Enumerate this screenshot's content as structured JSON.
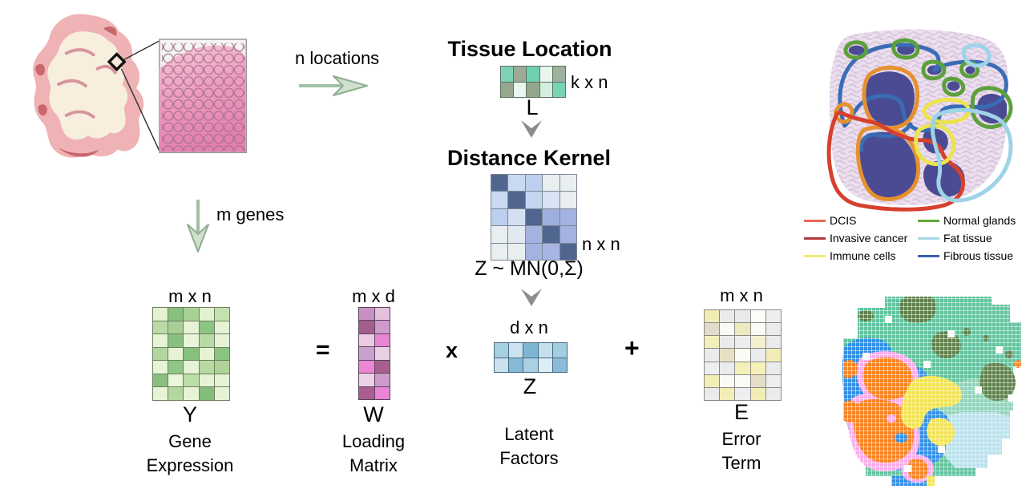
{
  "figure": {
    "flow": {
      "n_locations": "n locations",
      "m_genes": "m genes",
      "tissue_location_title": "Tissue Location",
      "distance_kernel_title": "Distance Kernel",
      "distribution": "Z ~ MN(0,Σ)",
      "operators": {
        "equals": "=",
        "times": "x",
        "plus": "+"
      }
    },
    "matrices": {
      "L": {
        "dims": "k x n",
        "symbol": "L",
        "line": "#5f6f63",
        "cells": [
          [
            "#7ed2b4",
            "#9ba995",
            "#6ecfb1",
            "#e8f6ee",
            "#9cb29b"
          ],
          [
            "#95a88f",
            "#e9f6ef",
            "#92a78d",
            "#d2efe0",
            "#78d5b4"
          ]
        ]
      },
      "K": {
        "dims": "n x n",
        "line": "#7d8794",
        "cells": [
          [
            "#50668f",
            "#c9d9f2",
            "#bccfee",
            "#e9eef0",
            "#e9eef0"
          ],
          [
            "#c9d9f2",
            "#50668f",
            "#c5d6f0",
            "#d9e2f5",
            "#e9eef0"
          ],
          [
            "#bccfee",
            "#d5dff4",
            "#50668f",
            "#9fafdd",
            "#a3b2e0"
          ],
          [
            "#e9eef0",
            "#e3e9f1",
            "#a3b2e0",
            "#50668f",
            "#a3b2e0"
          ],
          [
            "#e9eef0",
            "#e9eef0",
            "#a3b2e0",
            "#a8b5e2",
            "#50668f"
          ]
        ]
      },
      "Z": {
        "dims": "d x n",
        "symbol": "Z",
        "caption": "Latent\nFactors",
        "line": "#4a6a80",
        "cells": [
          [
            "#a6cfe2",
            "#cbe3ef",
            "#7db5d5",
            "#c3dfec",
            "#a3cde1"
          ],
          [
            "#c9e2ee",
            "#84b9d7",
            "#a9d1e3",
            "#dcedf5",
            "#8abcd9"
          ]
        ]
      },
      "Y": {
        "dims": "m x n",
        "symbol": "Y",
        "caption": "Gene\nExpression",
        "line": "#6e7f62",
        "cells": [
          [
            "#e4f2d0",
            "#87bf7e",
            "#a8d295",
            "#e2f1cf",
            "#c4e2af"
          ],
          [
            "#bcdaa6",
            "#a9cf97",
            "#e6f3d4",
            "#8cc483",
            "#e6f3d4"
          ],
          [
            "#e6f3d4",
            "#8ac07f",
            "#e9f5da",
            "#b9d9a4",
            "#e6f3d4"
          ],
          [
            "#b3d69e",
            "#e6f3d4",
            "#85c07c",
            "#e6f3d4",
            "#8ac581"
          ],
          [
            "#e6f3d4",
            "#90c687",
            "#e6f3d4",
            "#b9d9a2",
            "#aed397"
          ],
          [
            "#8abf7f",
            "#eaf6dc",
            "#bcdda8",
            "#e6f3d4",
            "#e6f3d4"
          ],
          [
            "#e6f3d4",
            "#b4d79e",
            "#e6f3d4",
            "#82bd79",
            "#e6f3d4"
          ]
        ]
      },
      "W": {
        "dims": "m x d",
        "symbol": "W",
        "caption": "Loading\nMatrix",
        "line": "#5a4458",
        "cells": [
          [
            "#c791c5",
            "#e4c2dd"
          ],
          [
            "#a45e8d",
            "#d09bcc"
          ],
          [
            "#eccae3",
            "#e884d4"
          ],
          [
            "#c8a2cc",
            "#e9cfe4"
          ],
          [
            "#ed85d7",
            "#a65f8e"
          ],
          [
            "#edd2e7",
            "#ce9bc8"
          ],
          [
            "#a85e8f",
            "#e984d6"
          ]
        ]
      },
      "E": {
        "dims": "m x n",
        "symbol": "E",
        "caption": "Error\nTerm",
        "line": "#8a8a84",
        "cells": [
          [
            "#f1ecb4",
            "#e9ebed",
            "#e7e9eb",
            "#fcfbf6",
            "#eceef0"
          ],
          [
            "#e3dbc9",
            "#fbfaf5",
            "#efe9c0",
            "#fbfaf5",
            "#e9ebed"
          ],
          [
            "#f4efbb",
            "#e9ebed",
            "#eceef0",
            "#f4f1cf",
            "#e9ebed"
          ],
          [
            "#e9ebed",
            "#e8e0c4",
            "#fbfaf5",
            "#e9ebed",
            "#f2edb8"
          ],
          [
            "#eceef0",
            "#e9ebed",
            "#f5f0b9",
            "#f6f1bb",
            "#e9ebed"
          ],
          [
            "#f3eeb6",
            "#fbfaf5",
            "#fbfaf5",
            "#e5ddca",
            "#eceef0"
          ],
          [
            "#e9ebed",
            "#f2edb5",
            "#eceef0",
            "#f2edb5",
            "#e9ebed"
          ]
        ]
      }
    },
    "legend": {
      "columns": [
        [
          {
            "label": "DCIS",
            "color": "#e96b55"
          },
          {
            "label": "Invasive cancer",
            "color": "#b03a3f"
          },
          {
            "label": "Immune cells",
            "color": "#f0ec7a"
          }
        ],
        [
          {
            "label": "Normal glands",
            "color": "#64a83c"
          },
          {
            "label": "Fat tissue",
            "color": "#a6d7e4"
          },
          {
            "label": "Fibrous tissue",
            "color": "#3b5fae"
          }
        ]
      ]
    },
    "accents": {
      "arrow_green": "#8fae8f",
      "arrow_gray": "#8c8c8c"
    }
  }
}
